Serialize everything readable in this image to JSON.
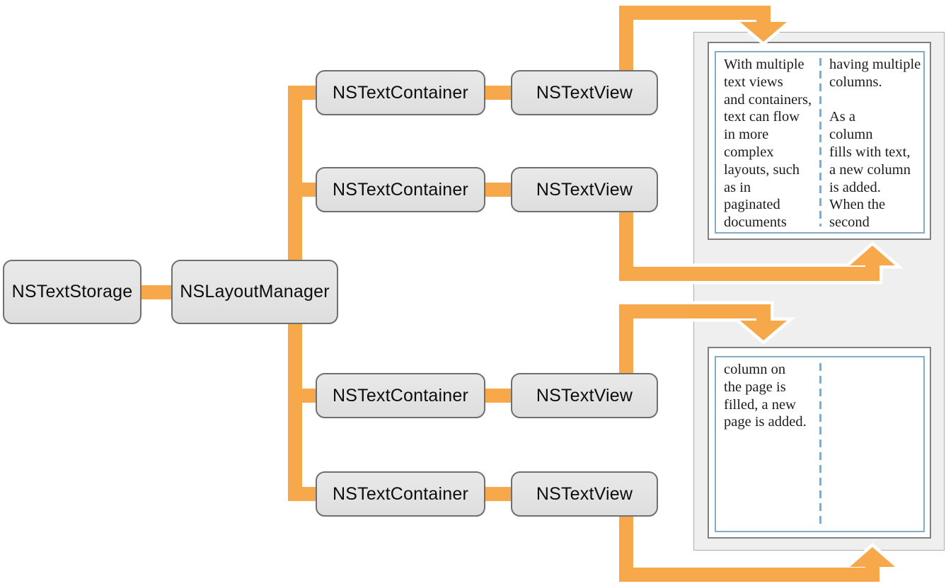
{
  "nodes": {
    "storage_label": "NSTextStorage",
    "layout_manager_label": "NSLayoutManager",
    "rows": [
      {
        "container_label": "NSTextContainer",
        "view_label": "NSTextView"
      },
      {
        "container_label": "NSTextContainer",
        "view_label": "NSTextView"
      },
      {
        "container_label": "NSTextContainer",
        "view_label": "NSTextView"
      },
      {
        "container_label": "NSTextContainer",
        "view_label": "NSTextView"
      }
    ]
  },
  "pages": [
    {
      "columns": [
        {
          "text": "With multiple\ntext views\nand containers,\ntext can flow\nin more\ncomplex\nlayouts, such\nas in\npaginated\ndocuments"
        },
        {
          "text": "having multiple\ncolumns.\n\nAs a\ncolumn\nfills with text,\na new column\nis added.\nWhen the\nsecond"
        }
      ]
    },
    {
      "columns": [
        {
          "text": "column on\nthe page is\nfilled, a new\npage is added."
        },
        {
          "text": ""
        }
      ]
    }
  ],
  "colors": {
    "connector_orange": "#f6a84a",
    "connector_halo": "#ffffff",
    "node_fill": "#e4e4e4",
    "node_border": "#6f6f6f",
    "panel_fill": "#efefef",
    "panel_border": "#acacac",
    "page_border": "#808080",
    "frame_blue": "#84acc8",
    "text": "#1c1c1c"
  }
}
